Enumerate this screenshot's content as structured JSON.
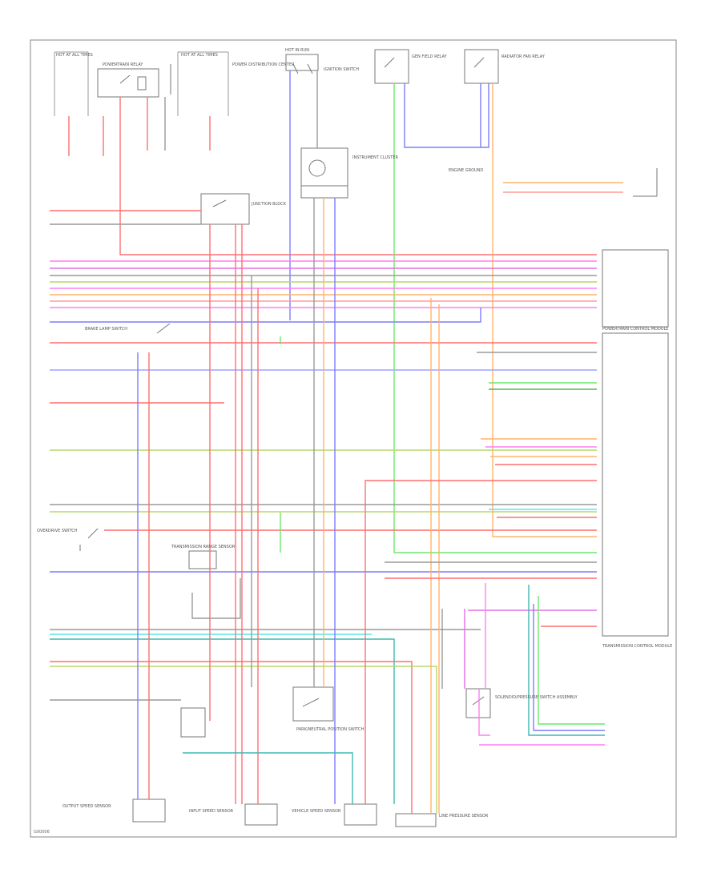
{
  "diagram_id": "G00006",
  "wire_colors": {
    "red": "#ff6f6f",
    "pink": "#ff7ff0",
    "magenta": "#e46fe8",
    "blue": "#7d7dff",
    "lightblue": "#9da3ff",
    "green": "#6de86d",
    "darkgreen": "#4db84d",
    "orange": "#ffb36b",
    "yellowgreen": "#b5d96a",
    "cyan": "#5de6e6",
    "teal": "#3fb8b0",
    "gray": "#9a9a9a",
    "black": "#555555",
    "salmon": "#ff9a9a"
  },
  "components": [
    {
      "id": "hot-at-all-times",
      "label": "HOT AT ALL TIMES"
    },
    {
      "id": "powertrain-relay",
      "label": "POWERTRAIN RELAY"
    },
    {
      "id": "hot-at-all-times-2",
      "label": "HOT AT ALL TIMES"
    },
    {
      "id": "power-distribution-center",
      "label": "POWER DISTRIBUTION CENTER"
    },
    {
      "id": "hot-in-run",
      "label": "HOT IN RUN"
    },
    {
      "id": "junction-block",
      "label": "JUNCTION BLOCK"
    },
    {
      "id": "gen-field-relay",
      "label": "GEN FIELD RELAY"
    },
    {
      "id": "radiator-fan-relay",
      "label": "RADIATOR FAN RELAY"
    },
    {
      "id": "ignition-switch",
      "label": "IGNITION SWITCH"
    },
    {
      "id": "instrument-cluster",
      "label": "INSTRUMENT CLUSTER"
    },
    {
      "id": "engine-ground",
      "label": "ENGINE GROUND"
    },
    {
      "id": "brake-lamp-switch",
      "label": "BRAKE LAMP SWITCH"
    },
    {
      "id": "transmission-control-module",
      "label": "TRANSMISSION CONTROL MODULE"
    },
    {
      "id": "transmission-range-sensor",
      "label": "TRANSMISSION RANGE SENSOR"
    },
    {
      "id": "powertrain-control-module",
      "label": "POWERTRAIN CONTROL MODULE"
    },
    {
      "id": "overdrive-switch",
      "label": "OVERDRIVE SWITCH"
    },
    {
      "id": "park-neutral-switch",
      "label": "PARK/NEUTRAL POSITION SWITCH"
    },
    {
      "id": "output-speed-sensor",
      "label": "OUTPUT SPEED SENSOR"
    },
    {
      "id": "input-speed-sensor",
      "label": "INPUT SPEED SENSOR"
    },
    {
      "id": "solenoid-pressure-switch",
      "label": "SOLENOID/PRESSURE SWITCH ASSEMBLY"
    },
    {
      "id": "vehicle-speed-sensor",
      "label": "VEHICLE SPEED SENSOR"
    },
    {
      "id": "line-pressure-sensor",
      "label": "LINE PRESSURE SENSOR"
    }
  ]
}
